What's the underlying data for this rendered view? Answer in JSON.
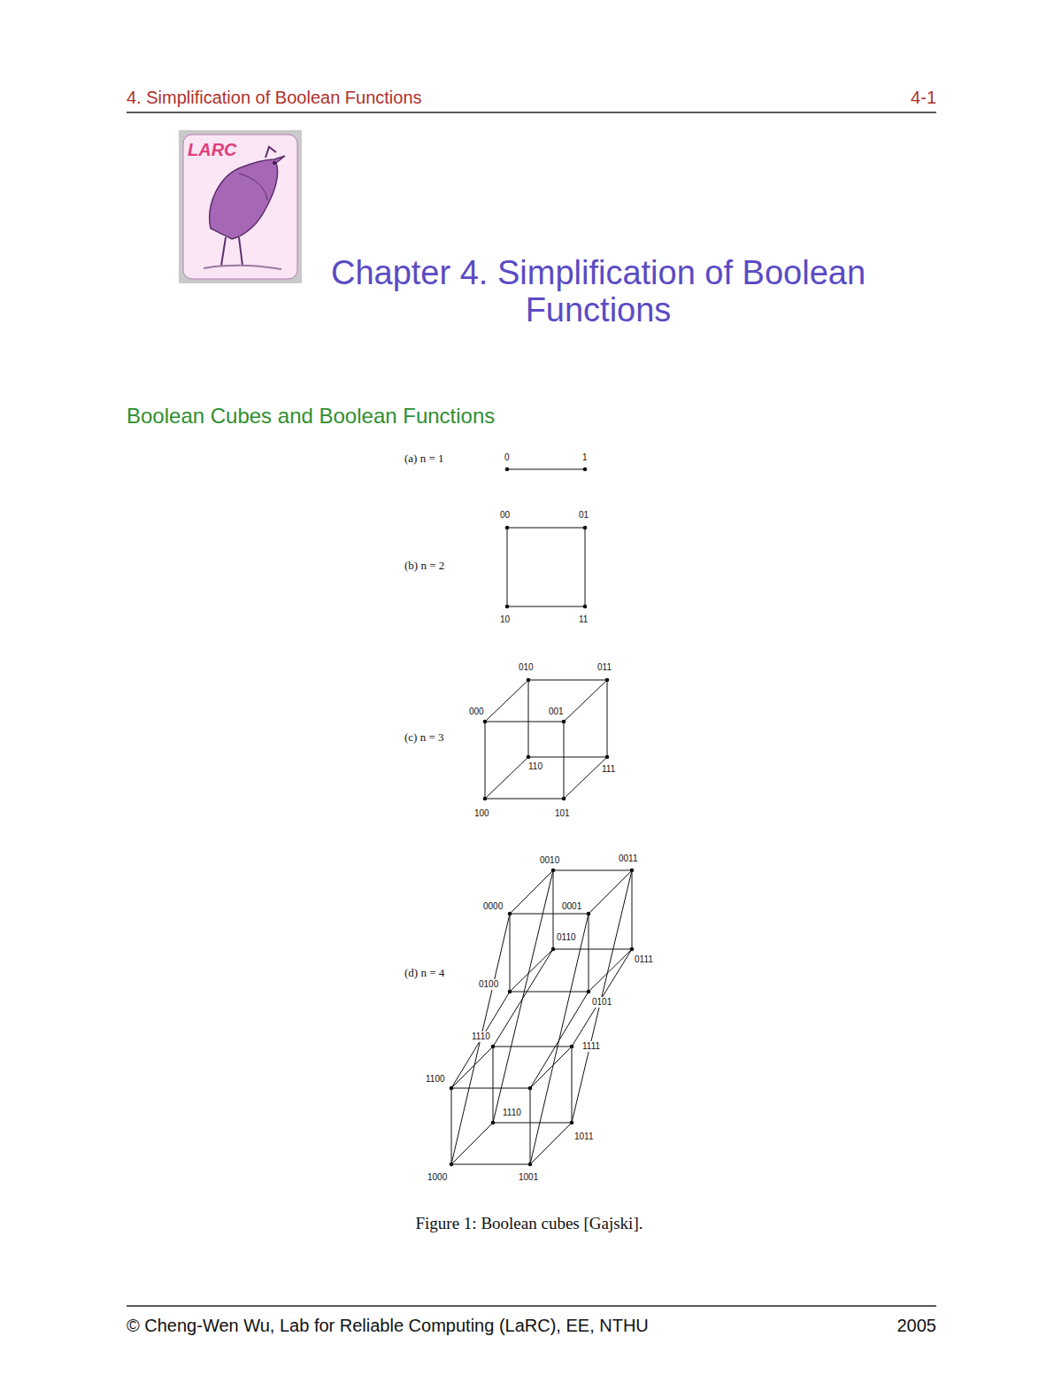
{
  "diagram": {
    "title": "Chapter 4. Simplification of Boolean Functions",
    "caption": "Figure 1: Boolean cubes [Gajski].",
    "labels": [
      "4. Simplification of Boolean Functions",
      "4-1",
      "LARC",
      "Boolean Cubes and Boolean Functions",
      "(a) n = 1",
      "0",
      "1",
      "(b) n = 2",
      "00",
      "01",
      "10",
      "11",
      "(c) n = 3",
      "010",
      "011",
      "000",
      "001",
      "110",
      "111",
      "100",
      "101",
      "(d) n = 4",
      "0010",
      "0011",
      "0000",
      "0001",
      "0110",
      "0111",
      "0100",
      "0101",
      "1110",
      "1111",
      "1100",
      "1110",
      "1011",
      "1000",
      "1001",
      "© Cheng-Wen Wu, Lab for Reliable Computing (LaRC), EE, NTHU",
      "2005"
    ]
  }
}
